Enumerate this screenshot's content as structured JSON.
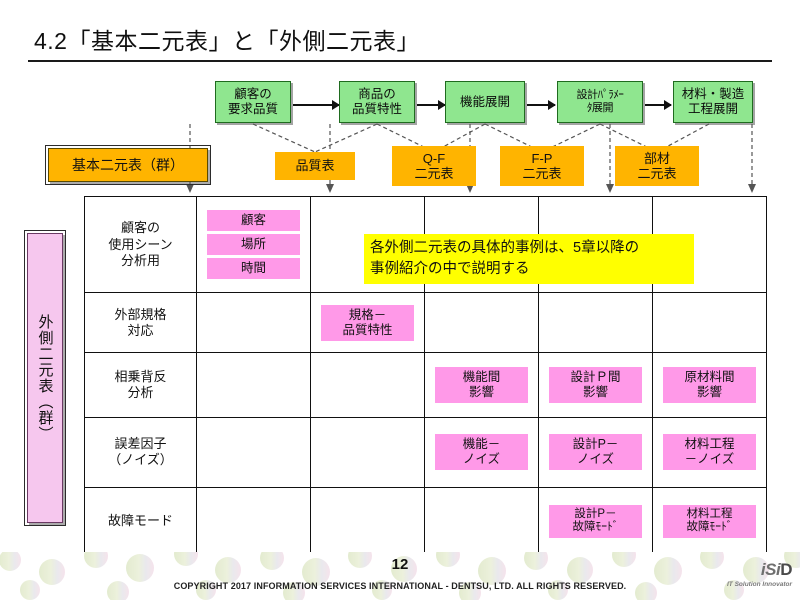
{
  "slide": {
    "title": "4.2「基本二元表」と「外側二元表」",
    "page_number": "12",
    "copyright": "COPYRIGHT 2017 INFORMATION SERVICES INTERNATIONAL - DENTSU, LTD. ALL RIGHTS RESERVED.",
    "logo_text": "iSi",
    "logo_text_d": "D",
    "logo_tagline": "IT Solution Innovator"
  },
  "colors": {
    "flow_box_fill": "#8fe68f",
    "flow_box_border": "#1f6b1f",
    "orange_fill": "#ffb400",
    "pink_chip": "#ff99e8",
    "pink_label": "#f6c7ee",
    "callout_fill": "#ffff00"
  },
  "flow": {
    "boxes": [
      {
        "line1": "顧客の",
        "line2": "要求品質"
      },
      {
        "line1": "商品の",
        "line2": "品質特性"
      },
      {
        "line1": "機能展開",
        "line2": ""
      },
      {
        "line1": "設計ﾊﾟﾗﾒｰ",
        "line2": "ﾀ展開"
      },
      {
        "line1": "材料・製造",
        "line2": "工程展開"
      }
    ]
  },
  "basic_matrices": {
    "group_label": "基本二元表（群）",
    "boxes": [
      {
        "line1": "品質表",
        "line2": ""
      },
      {
        "line1": "Q-F",
        "line2": "二元表"
      },
      {
        "line1": "F-P",
        "line2": "二元表"
      },
      {
        "line1": "部材",
        "line2": "二元表"
      }
    ]
  },
  "outer_matrices": {
    "group_label": "外側二元表（群）"
  },
  "callout": {
    "line1": "各外側二元表の具体的事例は、5章以降の",
    "line2": "事例紹介の中で説明する"
  },
  "table": {
    "rows": [
      {
        "label": {
          "line1": "顧客の",
          "line2": "使用シーン",
          "line3": "分析用"
        },
        "cells": [
          {
            "chips": [
              {
                "line1": "顧客"
              },
              {
                "line1": "場所"
              },
              {
                "line1": "時間"
              }
            ]
          },
          {
            "chips": []
          },
          {
            "chips": []
          },
          {
            "chips": []
          },
          {
            "chips": []
          }
        ]
      },
      {
        "label": {
          "line1": "外部規格",
          "line2": "対応",
          "line3": ""
        },
        "cells": [
          {
            "chips": []
          },
          {
            "chips": [
              {
                "line1": "規格－",
                "line2": "品質特性"
              }
            ]
          },
          {
            "chips": []
          },
          {
            "chips": []
          },
          {
            "chips": []
          }
        ]
      },
      {
        "label": {
          "line1": "相乗背反",
          "line2": "分析",
          "line3": ""
        },
        "cells": [
          {
            "chips": []
          },
          {
            "chips": []
          },
          {
            "chips": [
              {
                "line1": "機能間",
                "line2": "影響"
              }
            ]
          },
          {
            "chips": [
              {
                "line1": "設計Ｐ間",
                "line2": "影響"
              }
            ]
          },
          {
            "chips": [
              {
                "line1": "原材料間",
                "line2": "影響"
              }
            ]
          }
        ]
      },
      {
        "label": {
          "line1": "誤差因子",
          "line2": "（ノイズ）",
          "line3": ""
        },
        "cells": [
          {
            "chips": []
          },
          {
            "chips": []
          },
          {
            "chips": [
              {
                "line1": "機能－",
                "line2": "ノイズ"
              }
            ]
          },
          {
            "chips": [
              {
                "line1": "設計P－",
                "line2": "ノイズ"
              }
            ]
          },
          {
            "chips": [
              {
                "line1": "材料工程",
                "line2": "－ノイズ"
              }
            ]
          }
        ]
      },
      {
        "label": {
          "line1": "故障モード",
          "line2": "",
          "line3": ""
        },
        "cells": [
          {
            "chips": []
          },
          {
            "chips": []
          },
          {
            "chips": []
          },
          {
            "chips": [
              {
                "line1": "設計P－",
                "line2": "故障ﾓｰﾄﾞ"
              }
            ]
          },
          {
            "chips": [
              {
                "line1": "材料工程",
                "line2": "故障ﾓｰﾄﾞ"
              }
            ]
          }
        ]
      }
    ]
  }
}
